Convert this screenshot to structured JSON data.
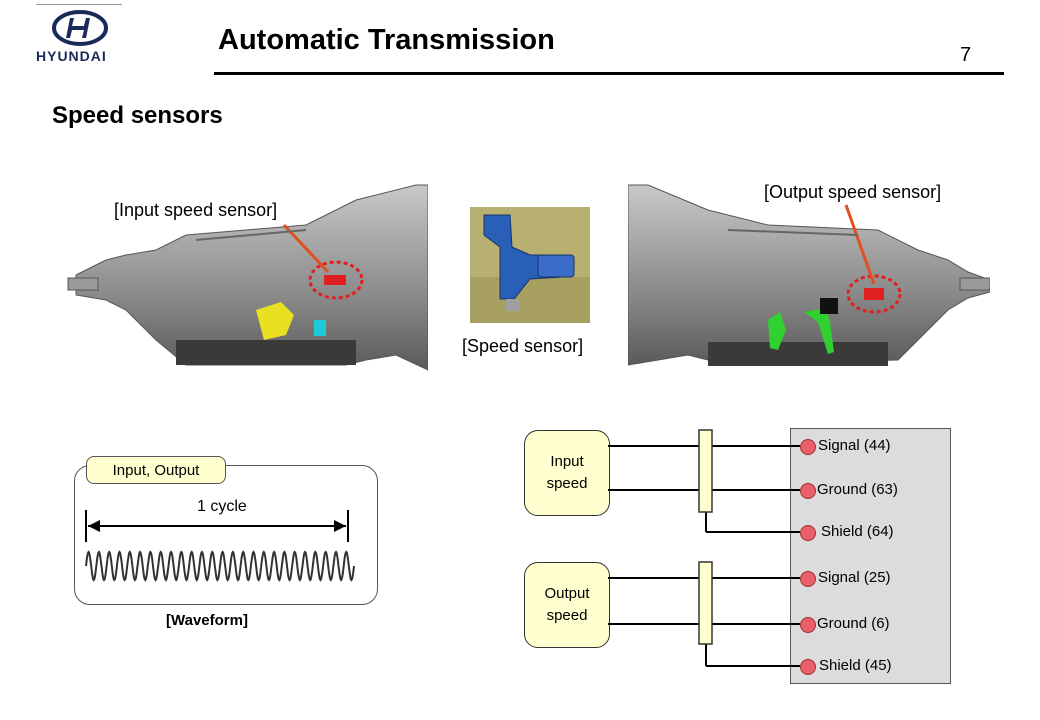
{
  "brand": {
    "logo_text": "HYUNDAI"
  },
  "header": {
    "title": "Automatic Transmission",
    "page_number": "7"
  },
  "section": {
    "title": "Speed sensors"
  },
  "photos": {
    "input_label": "[Input speed sensor]",
    "sensor_label": "[Speed sensor]",
    "output_label": "[Output speed sensor]"
  },
  "waveform": {
    "tag": "Input, Output",
    "cycle_label": "1 cycle",
    "caption": "[Waveform]"
  },
  "wiring": {
    "input_box": "Input\nspeed",
    "output_box": "Output\nspeed",
    "pins": [
      "Signal (44)",
      "Ground (63)",
      "Shield (64)",
      "Signal (25)",
      "Ground (6)",
      "Shield (45)"
    ]
  },
  "colors": {
    "box_fill": "#ffffd0",
    "pin": "#e8606a",
    "highlight": "#e02020",
    "sensor_blue": "#2a5fb8"
  }
}
